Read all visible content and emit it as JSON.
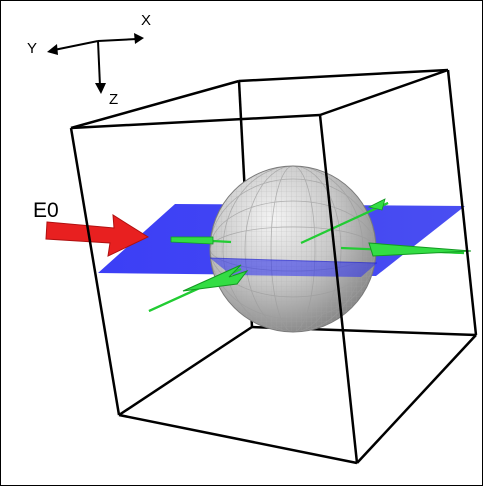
{
  "axes": {
    "x_label": "X",
    "y_label": "Y",
    "z_label": "Z"
  },
  "field": {
    "label": "E0"
  },
  "colors": {
    "cube_edge": "#000000",
    "plane": "#2a2df0",
    "sphere": "#c4c4c4",
    "vector": "#22cc33",
    "incident_arrow": "#e82020"
  },
  "icons": {
    "incident_arrow": "arrow-right-icon"
  }
}
